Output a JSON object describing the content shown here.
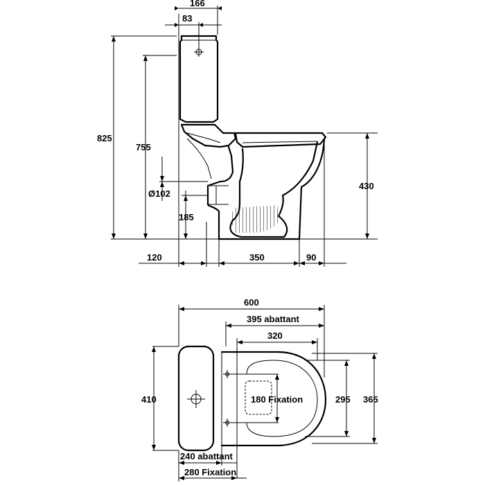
{
  "side_view": {
    "dim_top_width": "166",
    "dim_top_offset": "83",
    "dim_total_height": "825",
    "dim_cistern_height": "755",
    "dim_outlet_diameter": "Ø102",
    "dim_outlet_height": "185",
    "dim_bowl_height": "430",
    "dim_wall_offset": "120",
    "dim_base_length": "350",
    "dim_front_overhang": "90"
  },
  "plan_view": {
    "dim_total_length": "600",
    "dim_seat_length": "395 abattant",
    "dim_bowl_length": "320",
    "dim_total_width": "410",
    "dim_fixation_gap": "180 Fixation",
    "dim_inner_width": "295",
    "dim_outer_width": "365",
    "dim_seat_offset": "240 abattant",
    "dim_fixation_offset": "280 Fixation"
  }
}
